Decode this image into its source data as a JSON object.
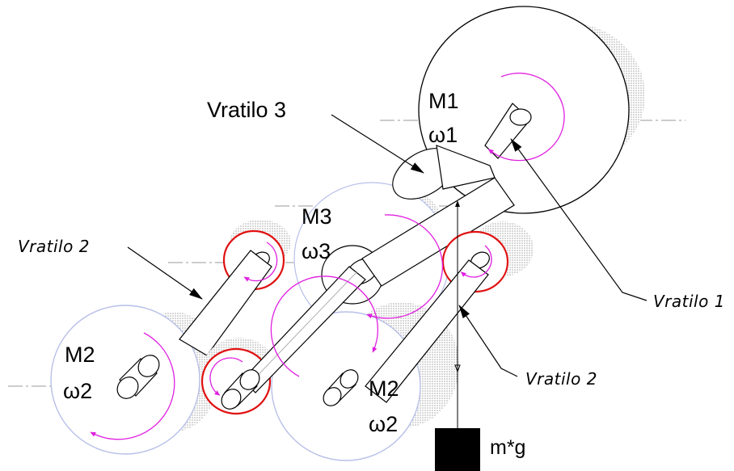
{
  "labels": {
    "m1": "M1",
    "w1": "ω1",
    "m3": "M3",
    "w3": "ω3",
    "m2_left": "M2",
    "w2_left": "ω2",
    "m2_right": "M2",
    "w2_right": "ω2",
    "vratilo3": "Vratilo 3",
    "vratilo2_left": "Vratilo 2",
    "vratilo1": "Vratilo 1",
    "vratilo2_right": "Vratilo 2",
    "weight": "m*g"
  },
  "colors": {
    "outline": "#000000",
    "rotation_arrow": "#e020e0",
    "gear_ring": "#e01010",
    "hatch": "#b8b8b8",
    "weight_block": "#000000",
    "rim_blue": "#b8c0e8"
  },
  "icons": {
    "rotation": "circular-arrow-icon",
    "weight": "weight-block-icon"
  }
}
